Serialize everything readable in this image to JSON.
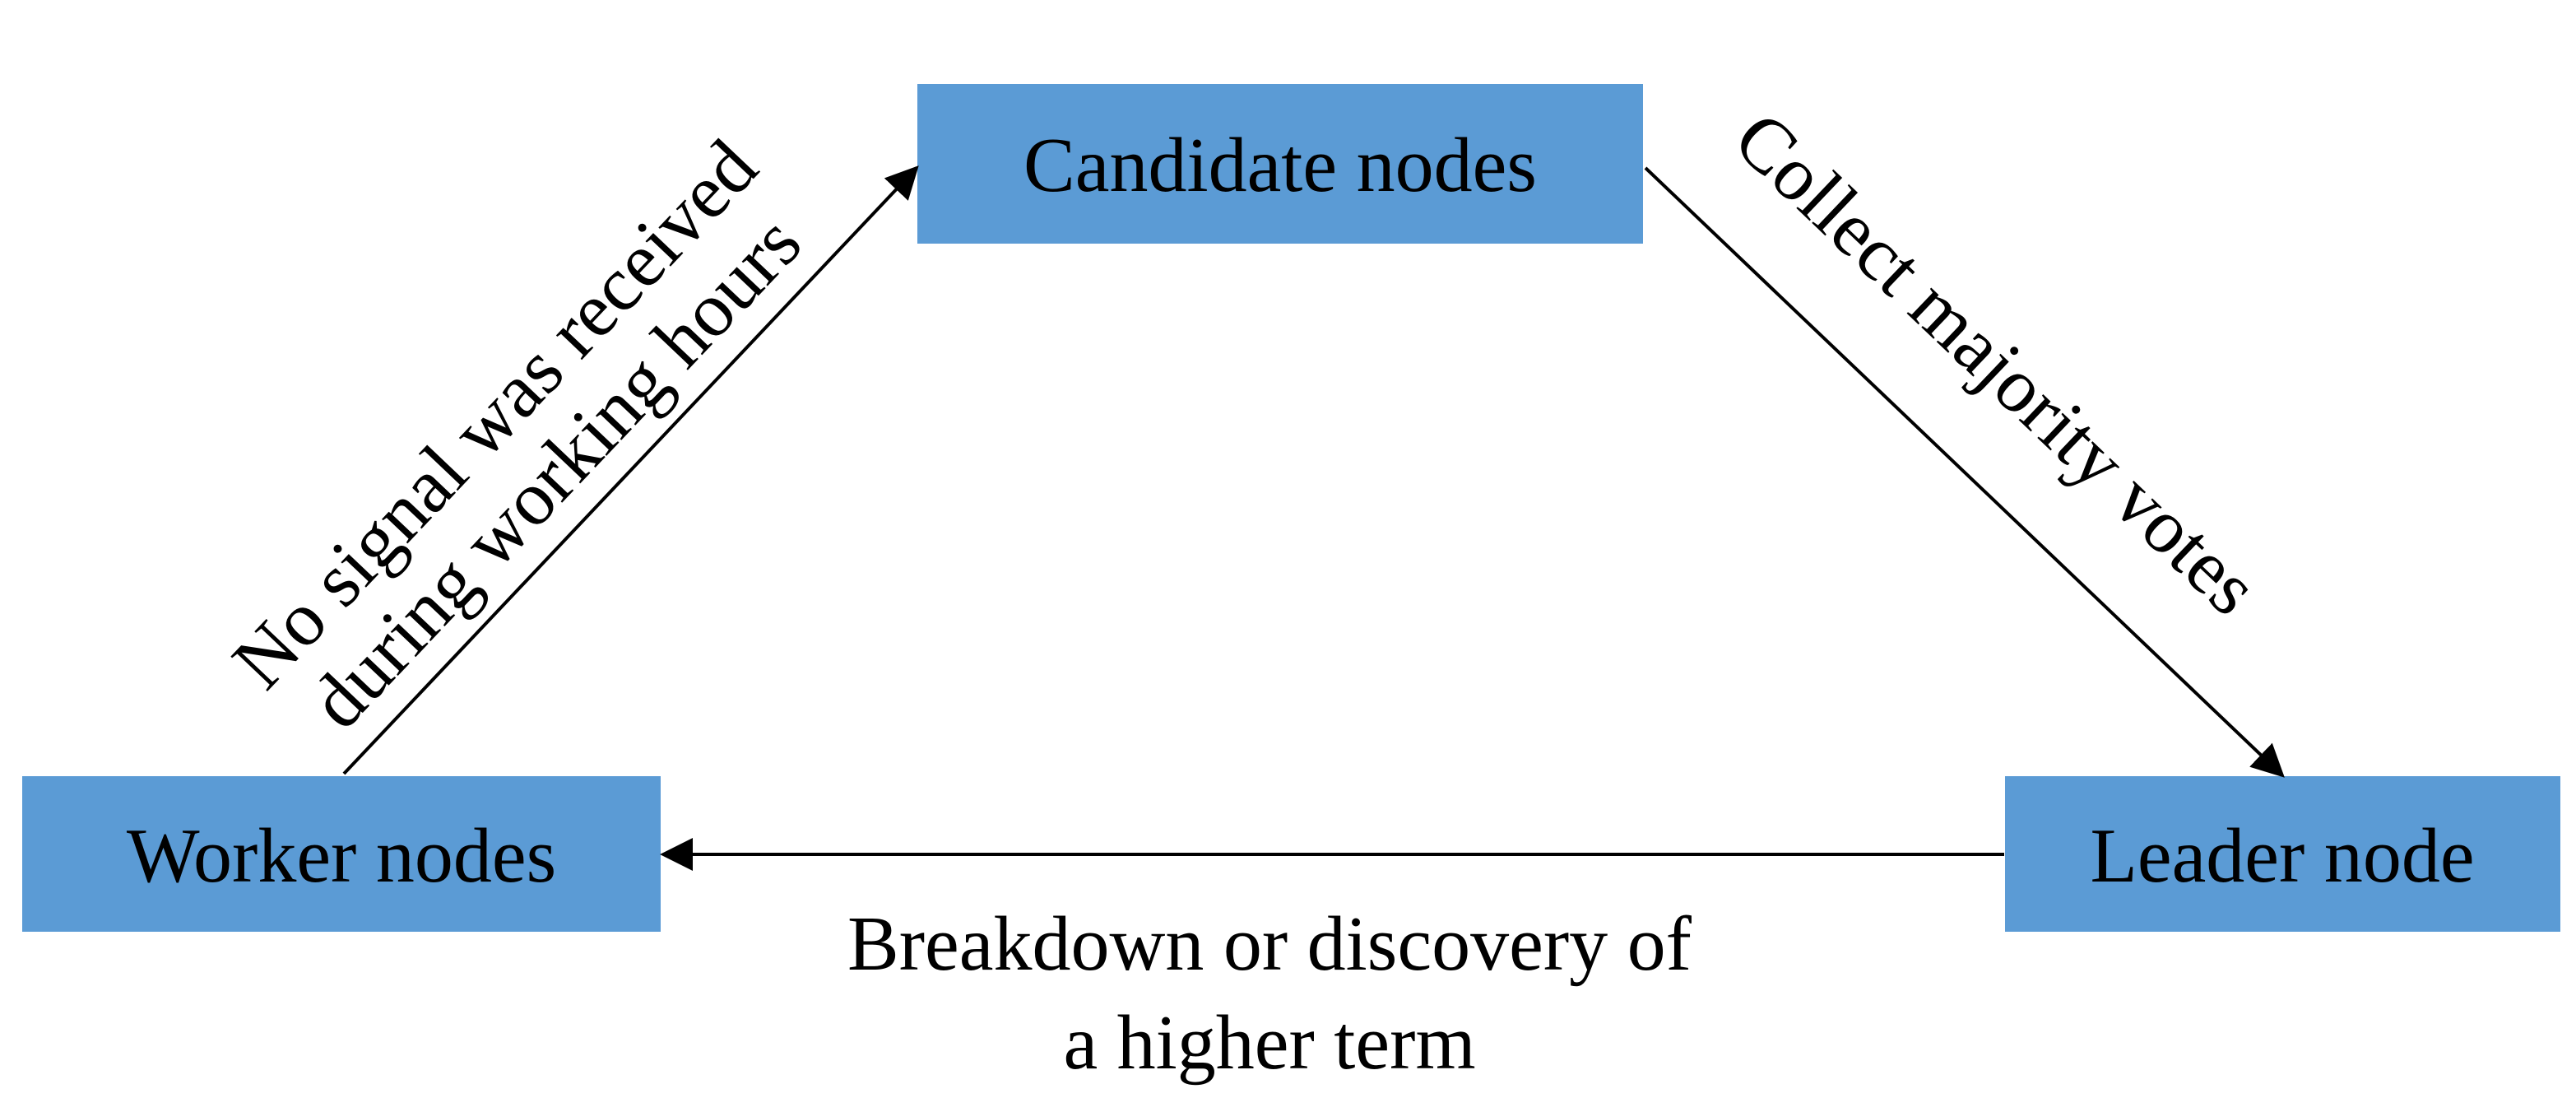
{
  "colors": {
    "node_fill": "#5b9bd5",
    "edge": "#000000",
    "text": "#000000"
  },
  "nodes": {
    "candidate": "Candidate nodes",
    "worker": "Worker nodes",
    "leader": "Leader node"
  },
  "edges": {
    "worker_to_candidate": {
      "line1": "No signal was received",
      "line2": "during working hours"
    },
    "candidate_to_leader": {
      "line1": "Collect majority votes"
    },
    "leader_to_worker": {
      "line1": "Breakdown or discovery of",
      "line2": "a higher term"
    }
  }
}
